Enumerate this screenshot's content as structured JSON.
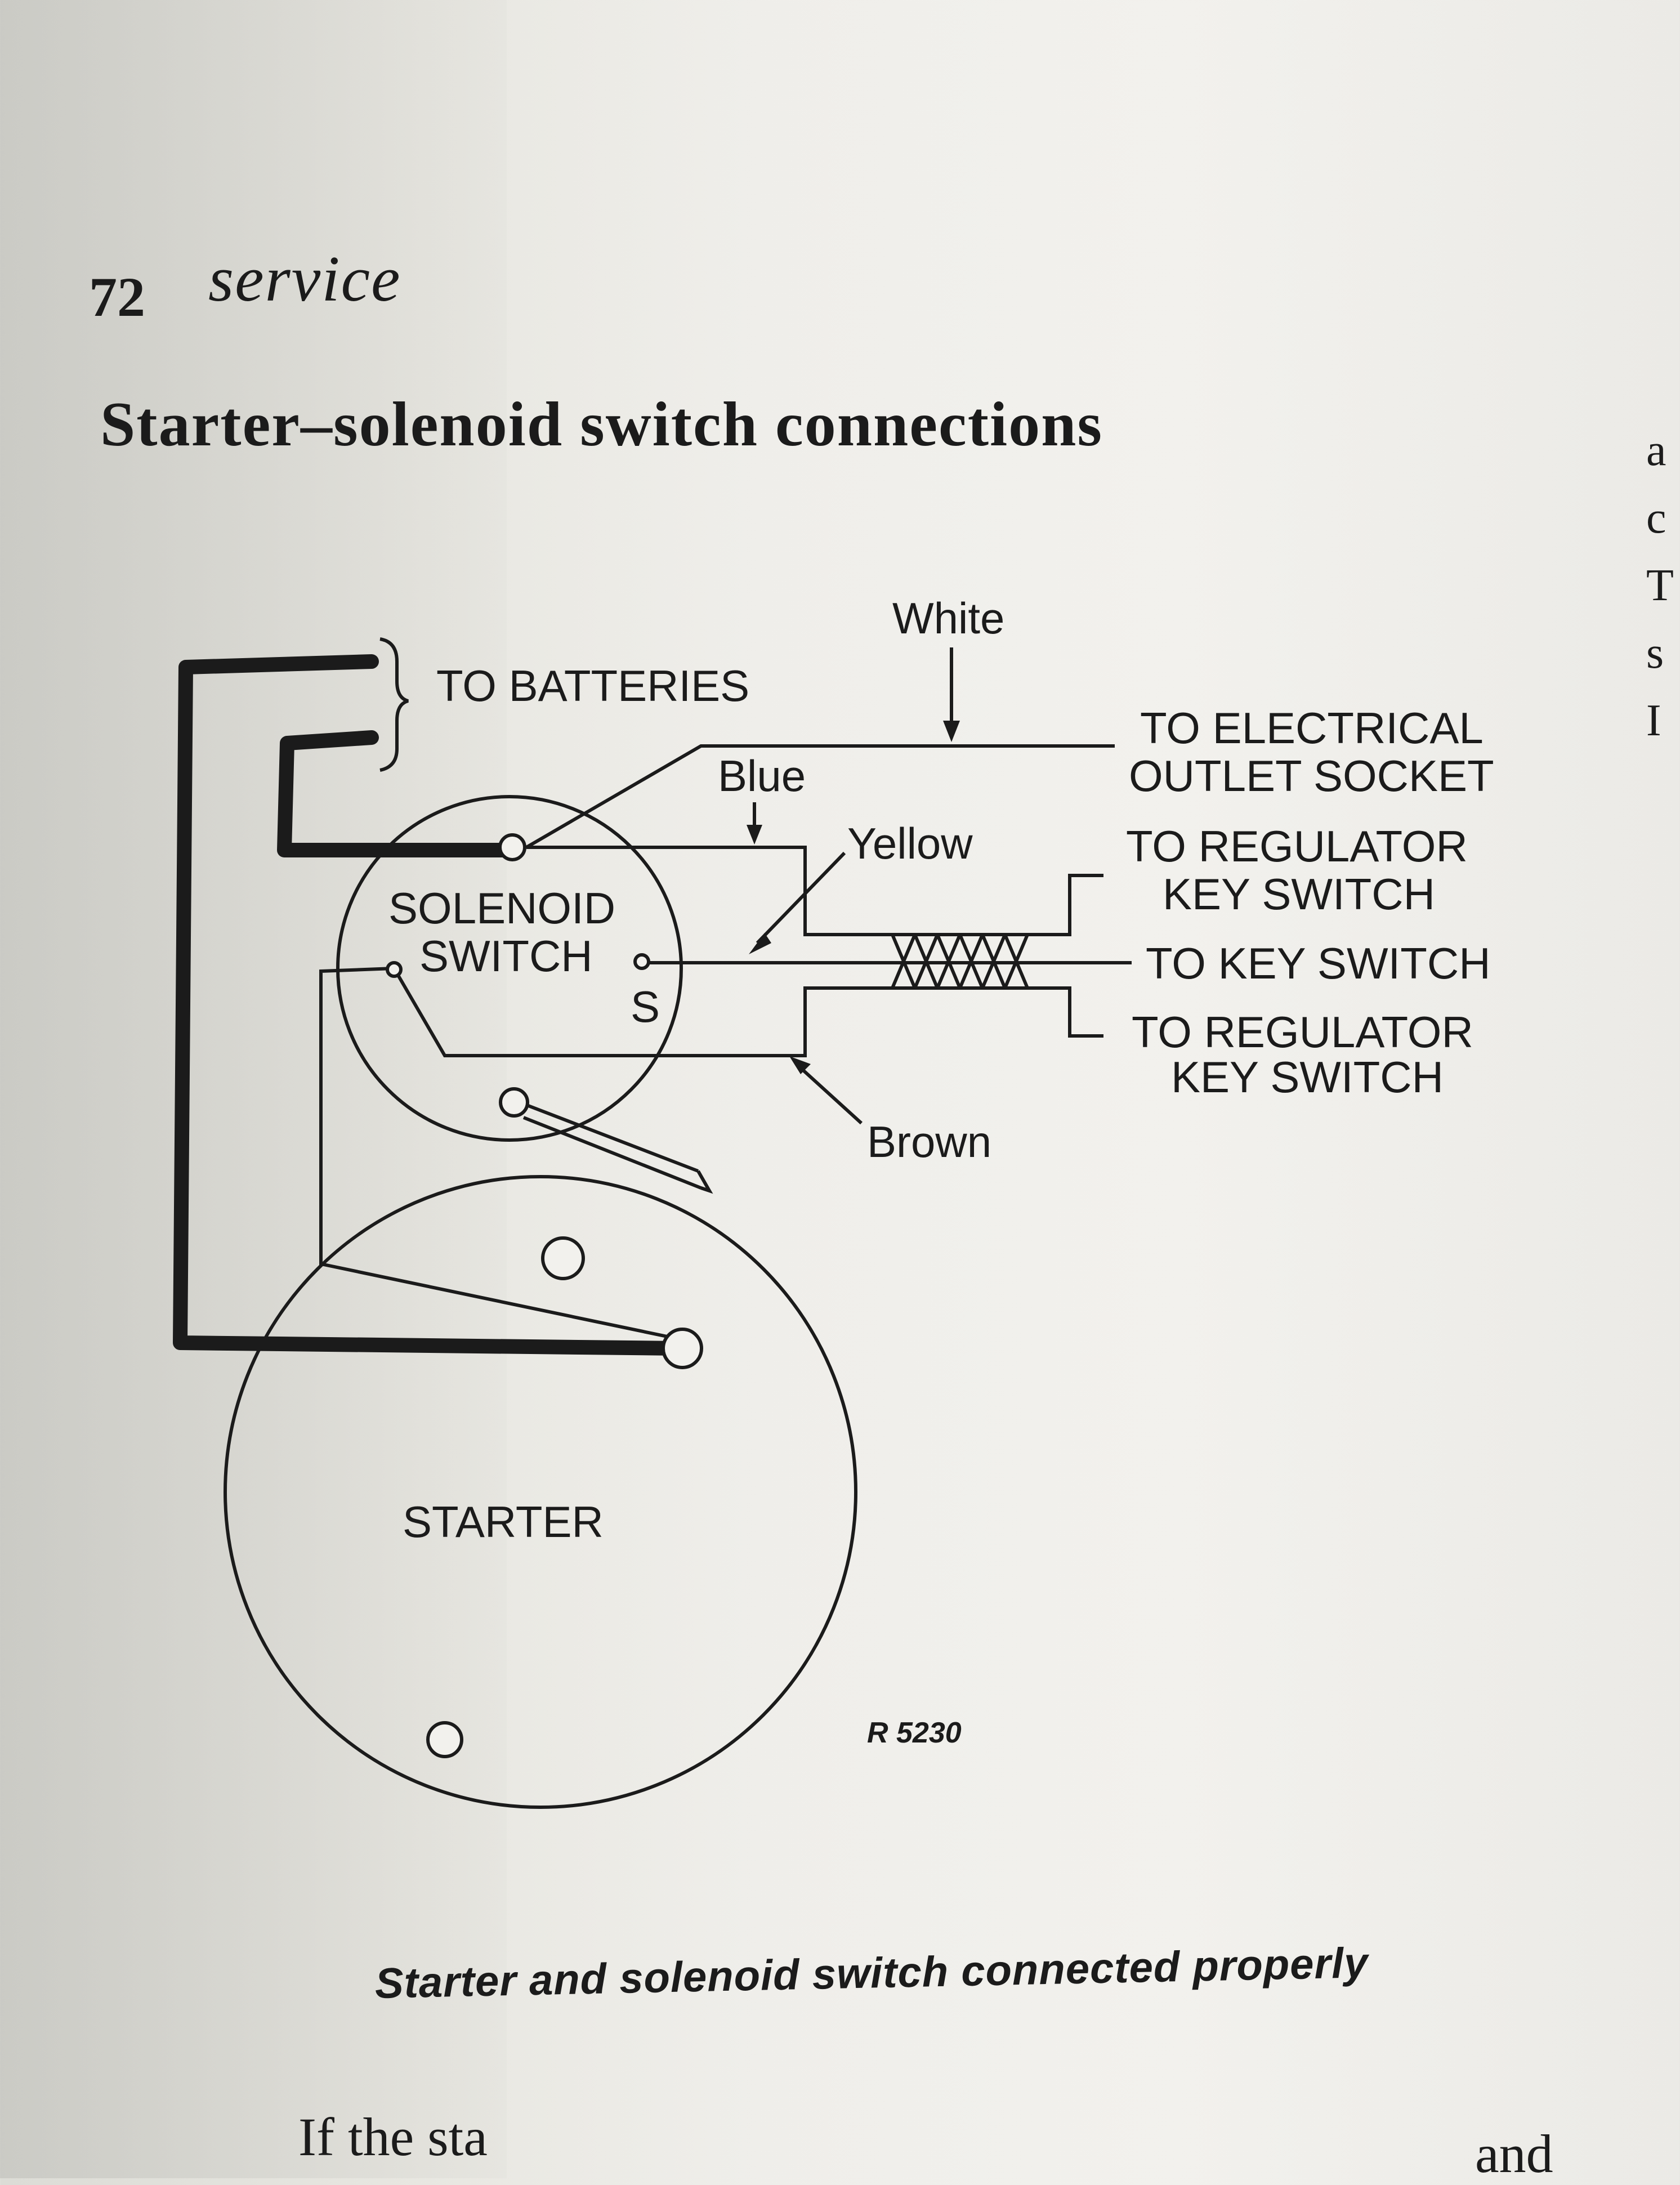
{
  "page": {
    "number": "72",
    "running_head": "service",
    "title": "Starter–solenoid switch connections",
    "caption": "Starter and solenoid switch connected properly",
    "body_start": "If the sta",
    "body_end": "and",
    "margin_letters": [
      "a",
      "c",
      "T",
      "s",
      "I"
    ]
  },
  "diagram": {
    "labels": {
      "to_batteries": "TO BATTERIES",
      "white": "White",
      "blue": "Blue",
      "yellow": "Yellow",
      "brown": "Brown",
      "to_outlet_1": "TO ELECTRICAL",
      "to_outlet_2": "OUTLET SOCKET",
      "to_regulator_top_1": "TO REGULATOR",
      "to_regulator_top_2": "KEY SWITCH",
      "to_key_switch": "TO KEY SWITCH",
      "to_regulator_bottom_1": "TO REGULATOR",
      "to_regulator_bottom_2": "KEY SWITCH",
      "solenoid_1": "SOLENOID",
      "solenoid_2": "SWITCH",
      "terminal_s": "S",
      "starter": "STARTER",
      "figure_ref": "R 5230"
    }
  }
}
